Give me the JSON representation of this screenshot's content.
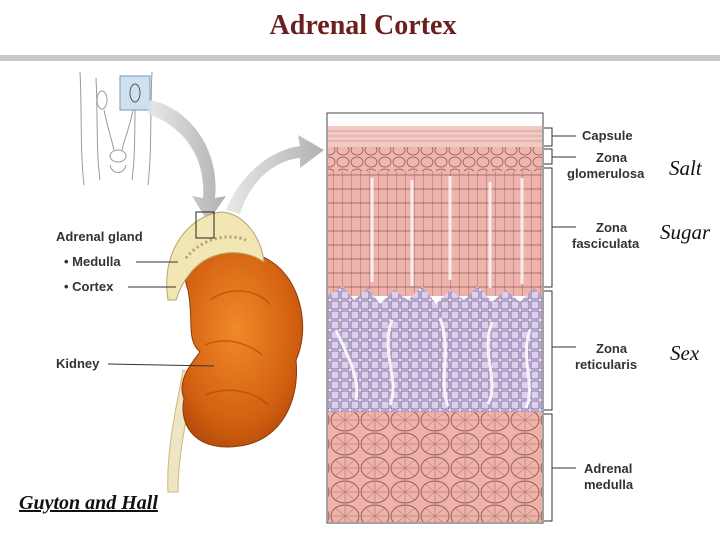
{
  "title": "Adrenal Cortex",
  "left_labels": {
    "adrenal_gland": "Adrenal gland",
    "medulla": "• Medulla",
    "cortex": "• Cortex",
    "kidney": "Kidney"
  },
  "zones": [
    {
      "label_1": "Capsule",
      "label_2": ""
    },
    {
      "label_1": "Zona",
      "label_2": "glomerulosa"
    },
    {
      "label_1": "Zona",
      "label_2": "fasciculata"
    },
    {
      "label_1": "Zona",
      "label_2": "reticularis"
    },
    {
      "label_1": "Adrenal",
      "label_2": "medulla"
    }
  ],
  "mnemonics": [
    "Salt",
    "Sugar",
    "Sex"
  ],
  "credit": "Guyton and Hall",
  "colors": {
    "title": "#6b1f1f",
    "capsule": "#f3c9c4",
    "glomerulosa": "#f0b6ae",
    "fasciculata": "#eeb3aa",
    "reticularis": "#ddd0ee",
    "medulla": "#eeb2a8",
    "kidney": "#d96a1a",
    "cortex_cap": "#f1e6b4"
  }
}
